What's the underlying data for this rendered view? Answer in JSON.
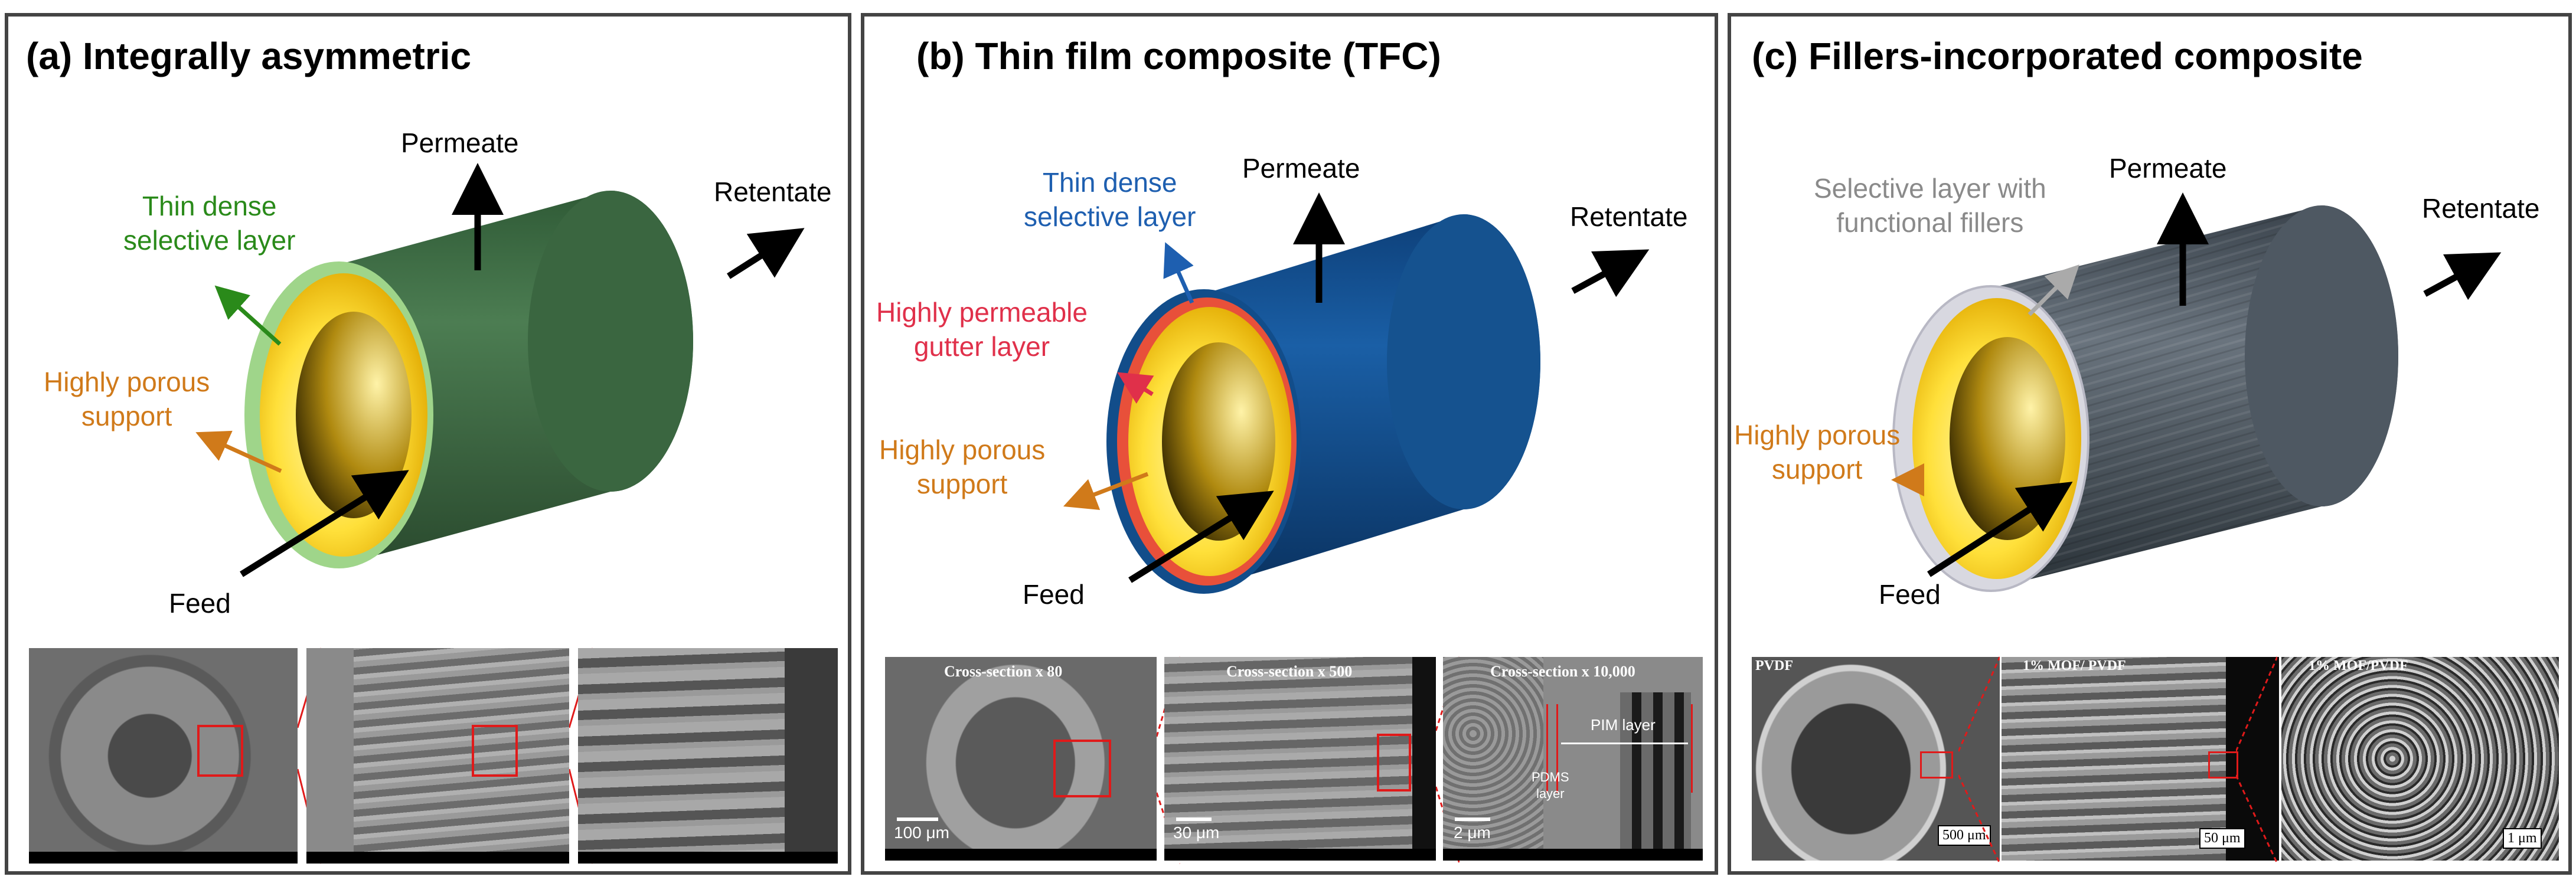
{
  "panels": [
    {
      "title": "(a) Integrally asymmetric",
      "labels": {
        "permeate": "Permeate",
        "retentate": "Retentate",
        "selective": "Thin dense\nselective layer",
        "support": "Highly porous\nsupport",
        "feed": "Feed"
      },
      "colors": {
        "shell": "#3f6b45",
        "skin": "#9fd58a",
        "selective_text": "#2a8a1a",
        "support_text": "#d07a1a"
      }
    },
    {
      "title": "(b) Thin film composite (TFC)",
      "labels": {
        "permeate": "Permeate",
        "retentate": "Retentate",
        "selective": "Thin dense\nselective layer",
        "gutter": "Highly permeable\ngutter layer",
        "support": "Highly porous\nsupport",
        "feed": "Feed"
      },
      "sem": [
        {
          "caption": "Cross-section x 80",
          "scale": "100 μm"
        },
        {
          "caption": "Cross-section x 500",
          "scale": "30 μm"
        },
        {
          "caption": "Cross-section x 10,000",
          "scale": "2 μm",
          "pim": "PIM layer",
          "pdms": "PDMS\nlayer"
        }
      ],
      "colors": {
        "shell": "#124d8a",
        "gutter": "#e8503a",
        "selective_text": "#1e5fb0",
        "gutter_text": "#e0304a",
        "support_text": "#d07a1a"
      }
    },
    {
      "title": "(c) Fillers-incorporated composite",
      "labels": {
        "permeate": "Permeate",
        "retentate": "Retentate",
        "selective": "Selective layer with\nfunctional fillers",
        "support": "Highly porous\nsupport",
        "feed": "Feed"
      },
      "sem": [
        {
          "caption": "PVDF",
          "scale": "500 μm"
        },
        {
          "caption": "1% MOF/ PVDF",
          "scale": "50 μm"
        },
        {
          "caption": "1% MOF/PVDF",
          "scale": "1 μm"
        }
      ],
      "colors": {
        "shell": "#4e5862",
        "skin": "#d8d8e0",
        "selective_text": "#8a8a8a",
        "support_text": "#d07a1a"
      }
    }
  ]
}
